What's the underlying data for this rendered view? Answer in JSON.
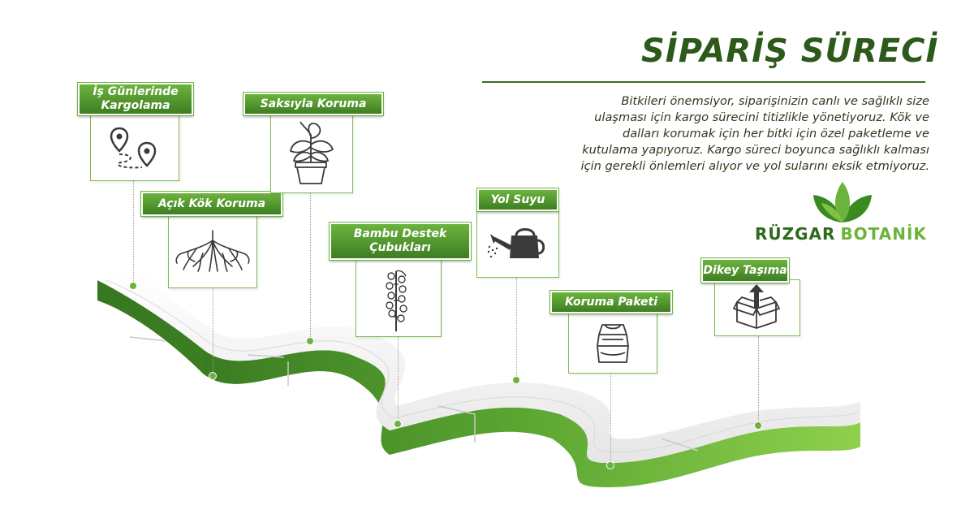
{
  "header": {
    "title": "SİPARİŞ SÜRECİ",
    "description_lines": [
      "Bitkileri önemsiyor, siparişinizin canlı ve sağlıklı size",
      "ulaşması için kargo sürecini titizlikle yönetiyoruz. Kök ve",
      "dalları korumak için her bitki için özel paketleme ve",
      "kutulama yapıyoruz. Kargo süreci boyunca sağlıklı kalması",
      "için gerekli önlemleri alıyor ve yol sularını eksik etmiyoruz."
    ]
  },
  "brand": {
    "word1": "RÜZGAR",
    "word2": "BOTANİK"
  },
  "colors": {
    "dark_green": "#2d5a1b",
    "mid_green": "#3d7e22",
    "light_green": "#6cb33e",
    "road_top": "#f2f2f2"
  },
  "steps": [
    {
      "line1": "İş Günlerinde",
      "line2": "Kargolama",
      "icon": "map-route-icon"
    },
    {
      "line1": "Açık Kök Koruma",
      "line2": "",
      "icon": "roots-icon"
    },
    {
      "line1": "Saksıyla Koruma",
      "line2": "",
      "icon": "potted-plant-icon"
    },
    {
      "line1": "Bambu Destek",
      "line2": "Çubukları",
      "icon": "bamboo-stake-plant-icon"
    },
    {
      "line1": "Yol Suyu",
      "line2": "",
      "icon": "watering-can-icon"
    },
    {
      "line1": "Koruma Paketi",
      "line2": "",
      "icon": "package-bag-icon"
    },
    {
      "line1": "Dikey Taşıma",
      "line2": "",
      "icon": "upright-box-icon"
    }
  ]
}
